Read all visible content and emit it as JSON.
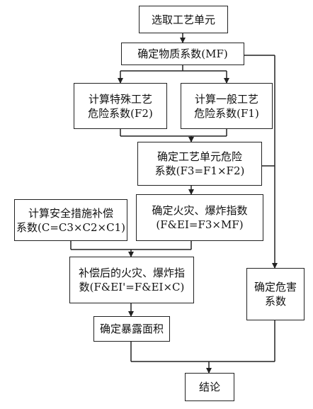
{
  "nodes": {
    "select_unit": {
      "lines": [
        "选取工艺单元"
      ]
    },
    "material_factor": {
      "lines": [
        "确定物质系数(MF)"
      ]
    },
    "special_hazard": {
      "lines": [
        "计算特殊工艺",
        "危险系数(F2)"
      ]
    },
    "general_hazard": {
      "lines": [
        "计算一般工艺",
        "危险系数(F1)"
      ]
    },
    "unit_hazard": {
      "lines": [
        "确定工艺单元危险",
        "系数(F3=F1×F2)"
      ]
    },
    "fire_explosion_index": {
      "lines": [
        "确定火灾、爆炸指数",
        "(F&EI=F3×MF)"
      ]
    },
    "safety_credit": {
      "lines": [
        "计算安全措施补偿",
        "系数(C=C3×C2×C1)"
      ]
    },
    "compensated_index": {
      "lines": [
        "补偿后的火灾、爆炸指",
        "数(F&EI'=F&EI×C)"
      ]
    },
    "exposure_area": {
      "lines": [
        "确定暴露面积"
      ]
    },
    "damage_factor": {
      "lines": [
        "确定危害",
        "系数"
      ]
    },
    "conclusion": {
      "lines": [
        "结论"
      ]
    }
  }
}
